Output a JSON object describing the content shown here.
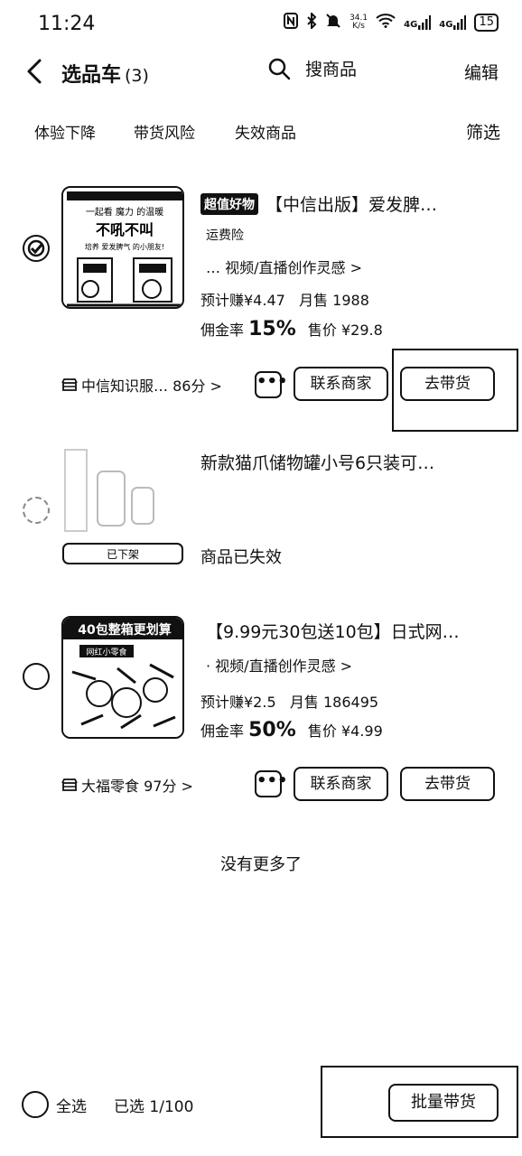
{
  "status_bar": {
    "time": "11:24",
    "net_speed_value": "34.1",
    "net_speed_unit": "K/s",
    "sig1": "4G",
    "sig2": "4G",
    "battery": "15"
  },
  "header": {
    "title": "选品车",
    "count": "(3)",
    "search_label": "搜商品",
    "edit_label": "编辑"
  },
  "filters": {
    "tabs": [
      "体验下降",
      "带货风险",
      "失效商品"
    ],
    "screen_label": "筛选"
  },
  "products": [
    {
      "selected": true,
      "tag": "超值好物",
      "name": "【中信出版】爱发脾…",
      "badge": "运费险",
      "inspiration": "… 视频/直播创作灵感 >",
      "est_earn": "预计赚¥4.47",
      "monthly_sales": "月售 1988",
      "commission_label": "佣金率",
      "commission_value": "15%",
      "price": "售价 ¥29.8",
      "shop": "中信知识服… 86分 >",
      "contact_label": "联系商家",
      "promote_label": "去带货",
      "more_label": "•••",
      "thumb_lines": [
        "一起看 魔力 的温暖",
        "不吼不叫",
        "培养 爱发脾气 的小朋友!"
      ]
    },
    {
      "name": "新款猫爪储物罐小号6只装可…",
      "status": "商品已失效",
      "thumb_label": "已下架"
    },
    {
      "selected": false,
      "name": "【9.99元30包送10包】日式网…",
      "inspiration": "· 视频/直播创作灵感 >",
      "est_earn": "预计赚¥2.5",
      "monthly_sales": "月售 186495",
      "commission_label": "佣金率",
      "commission_value": "50%",
      "price": "售价 ¥4.99",
      "shop": "大福零食 97分 >",
      "contact_label": "联系商家",
      "promote_label": "去带货",
      "more_label": "•••",
      "thumb_lines": [
        "40包整箱更划算",
        "网红小零食"
      ]
    }
  ],
  "footer_note": "没有更多了",
  "bottom_bar": {
    "select_all": "全选",
    "selected_count": "已选 1/100",
    "batch_label": "批量带货"
  }
}
